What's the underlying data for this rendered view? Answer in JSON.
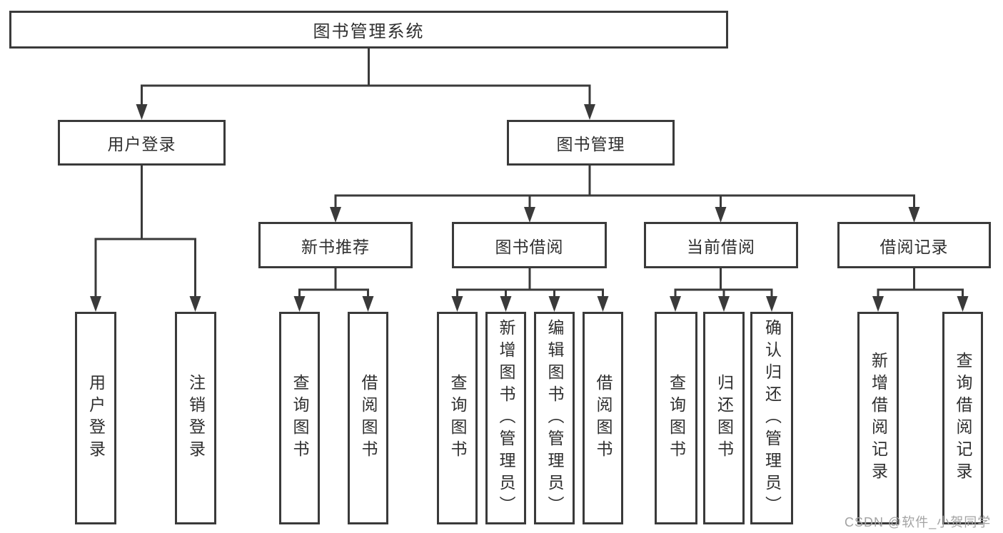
{
  "diagram": {
    "title": "图书管理系统",
    "watermark": "CSDN @软件_小贺同学",
    "colors": {
      "line": "#3a3a3a",
      "box_background": "#ffffff",
      "text": "#2f2f2f",
      "watermark": "#a3a3a3"
    },
    "level1": {
      "label": "图书管理系统"
    },
    "level2": [
      {
        "label": "用户登录",
        "parent": "图书管理系统"
      },
      {
        "label": "图书管理",
        "parent": "图书管理系统"
      }
    ],
    "level3": [
      {
        "label": "新书推荐",
        "parent": "图书管理"
      },
      {
        "label": "图书借阅",
        "parent": "图书管理"
      },
      {
        "label": "当前借阅",
        "parent": "图书管理"
      },
      {
        "label": "借阅记录",
        "parent": "图书管理"
      }
    ],
    "level4": [
      {
        "label": "用户登录",
        "parent": "用户登录"
      },
      {
        "label": "注销登录",
        "parent": "用户登录"
      },
      {
        "label": "查询图书",
        "parent": "新书推荐"
      },
      {
        "label": "借阅图书",
        "parent": "新书推荐"
      },
      {
        "label": "查询图书",
        "parent": "图书借阅"
      },
      {
        "label": "新增图书（管理员）",
        "parent": "图书借阅"
      },
      {
        "label": "编辑图书（管理员）",
        "parent": "图书借阅"
      },
      {
        "label": "借阅图书",
        "parent": "图书借阅"
      },
      {
        "label": "查询图书",
        "parent": "当前借阅"
      },
      {
        "label": "归还图书",
        "parent": "当前借阅"
      },
      {
        "label": "确认归还（管理员）",
        "parent": "当前借阅"
      },
      {
        "label": "新增借阅记录",
        "parent": "借阅记录"
      },
      {
        "label": "查询借阅记录",
        "parent": "借阅记录"
      }
    ]
  }
}
